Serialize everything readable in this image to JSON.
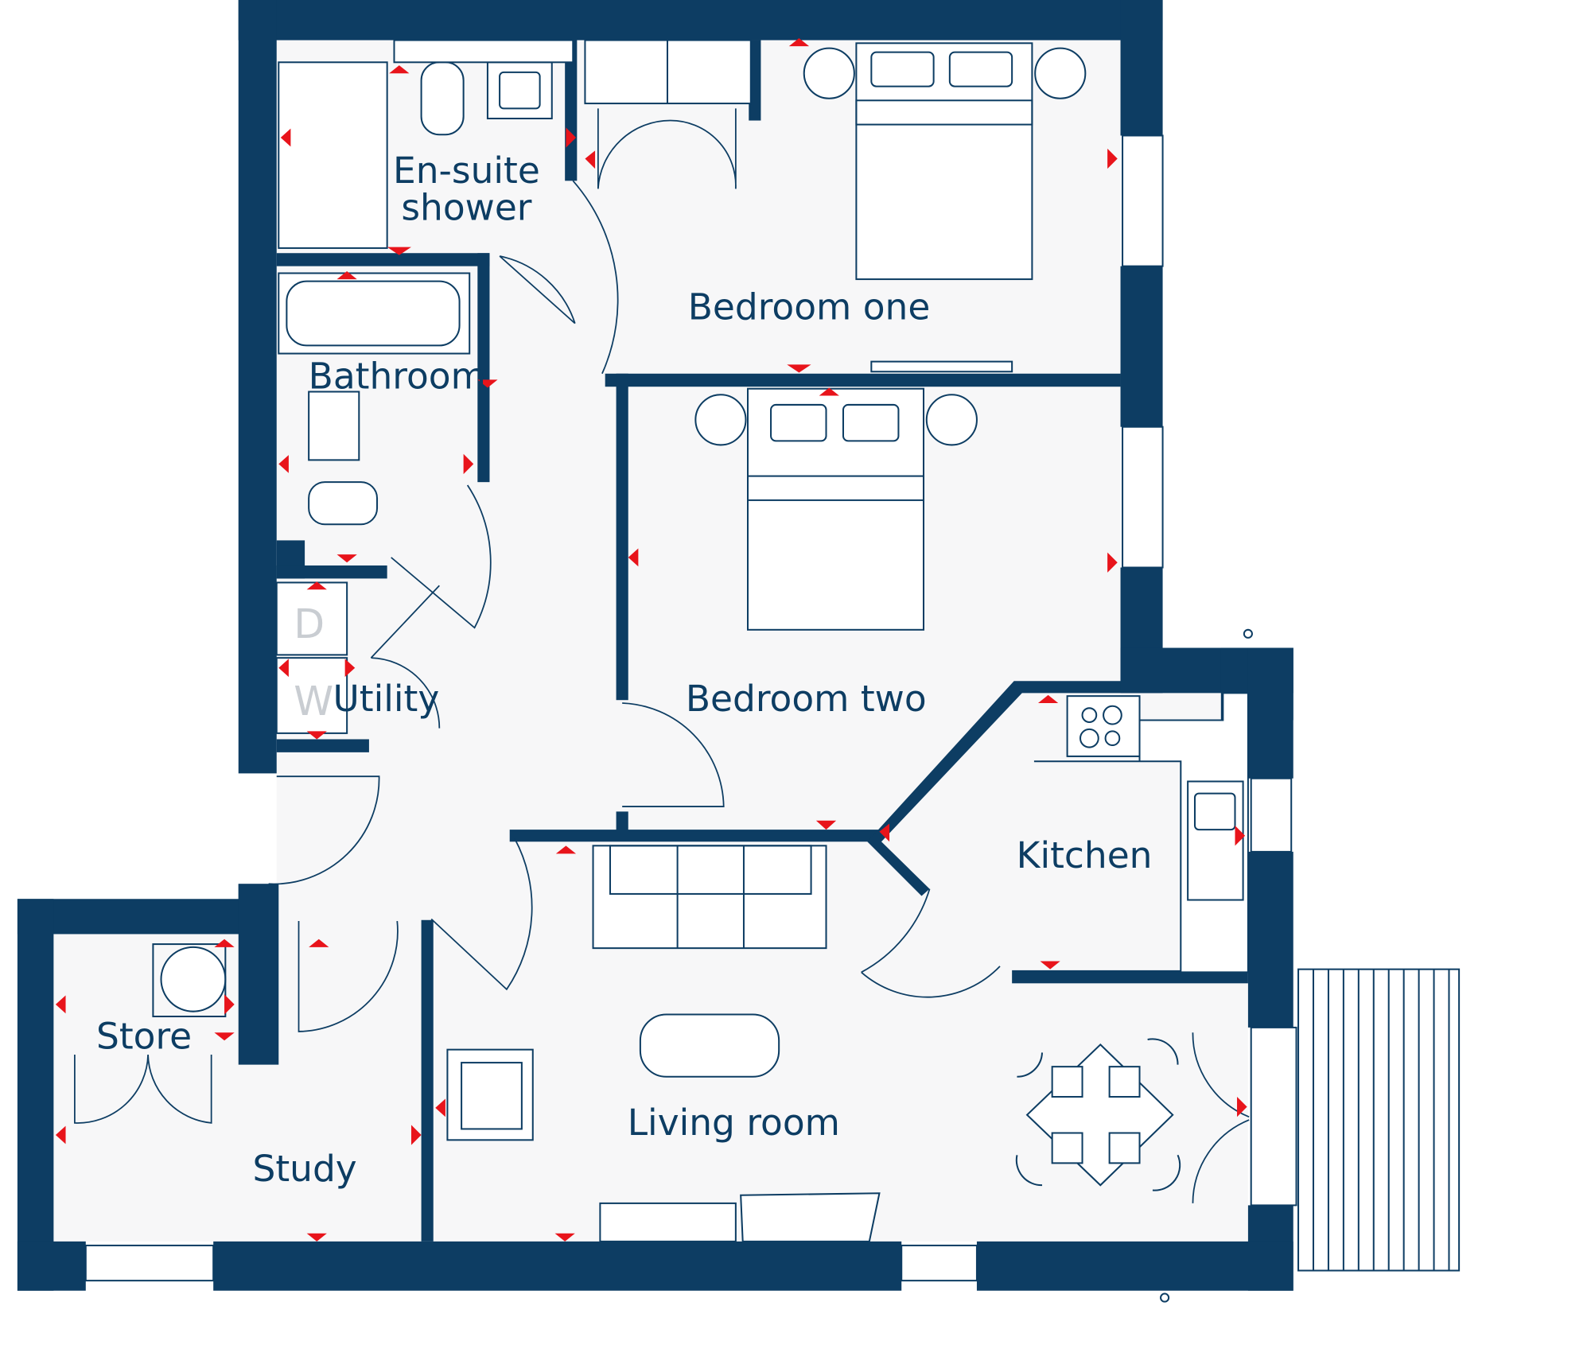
{
  "floor_plan": {
    "rooms": [
      {
        "id": "en-suite",
        "label_lines": [
          "En-suite",
          "shower"
        ]
      },
      {
        "id": "bedroom-one",
        "label_lines": [
          "Bedroom one"
        ]
      },
      {
        "id": "bathroom",
        "label_lines": [
          "Bathroom"
        ]
      },
      {
        "id": "bedroom-two",
        "label_lines": [
          "Bedroom two"
        ]
      },
      {
        "id": "utility",
        "label_lines": [
          "Utility"
        ]
      },
      {
        "id": "kitchen",
        "label_lines": [
          "Kitchen"
        ]
      },
      {
        "id": "store",
        "label_lines": [
          "Store"
        ]
      },
      {
        "id": "living-room",
        "label_lines": [
          "Living room"
        ]
      },
      {
        "id": "study",
        "label_lines": [
          "Study"
        ]
      }
    ],
    "appliance_labels": {
      "washer": "W",
      "dryer": "D"
    },
    "colors": {
      "wall": "#0d3d63",
      "floor": "#f7f7f8",
      "marker": "#e8141b"
    }
  }
}
